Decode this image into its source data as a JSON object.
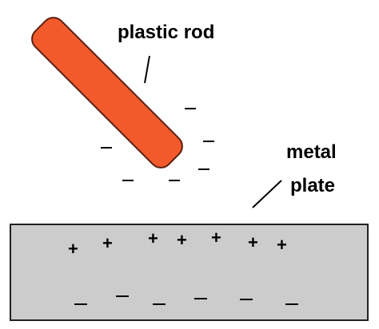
{
  "labels": {
    "rod": "plastic rod",
    "plate_line1": "metal",
    "plate_line2": "plate"
  },
  "symbols": {
    "plus": "+",
    "minus": "–"
  },
  "colors": {
    "rod_fill": "#f25a2c",
    "rod_stroke": "#5a2010",
    "plate_fill": "#cccccc",
    "plate_stroke": "#222222",
    "ink": "#000000"
  }
}
